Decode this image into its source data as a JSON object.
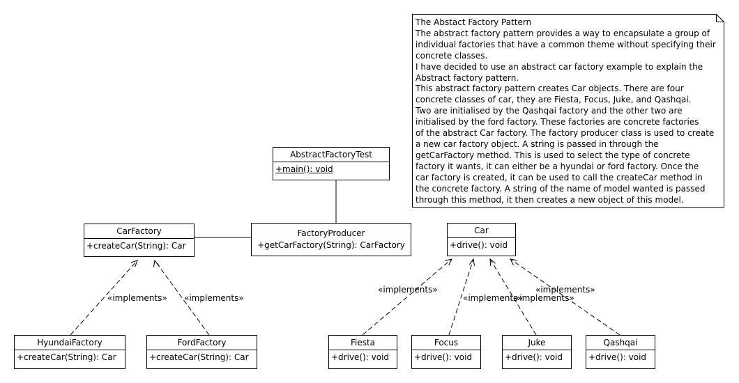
{
  "note": {
    "lines": [
      "The Abstact Factory Pattern",
      "The abstract factory pattern provides a way to encapsulate a group of",
      "individual factories that have a common theme without specifying their",
      "concrete classes.",
      "I have decided to use an abstract car factory example to explain the",
      "Abstract factory pattern.",
      "This abstract factory pattern creates Car objects. There are four",
      "concrete classes of car, they are Fiesta, Focus, Juke, and Qashqai.",
      "Two are initialised by the Qashqai factory and the other two are",
      "initialised by the ford factory. These factories are concrete factories",
      "of the abstract Car factory. The factory producer class is used to create",
      "a new car factory object. A string is passed in through the",
      "getCarFactory method. This is used to select the type of concrete",
      "factory it wants, it can either be a hyundai or ford factory. Once the",
      "car factory is created, it can be used to call the createCar method in",
      "the concrete factory. A string of the name of model wanted is passed",
      "through this method, it then creates a new object of this model."
    ]
  },
  "classes": {
    "abstract_factory_test": {
      "name": "AbstractFactoryTest",
      "method": "+main(): void"
    },
    "factory_producer": {
      "name": "FactoryProducer",
      "method": "+getCarFactory(String): CarFactory"
    },
    "car_factory": {
      "name": "CarFactory",
      "method": "+createCar(String): Car"
    },
    "car": {
      "name": "Car",
      "method": "+drive(): void"
    },
    "hyundai_factory": {
      "name": "HyundaiFactory",
      "method": "+createCar(String): Car"
    },
    "ford_factory": {
      "name": "FordFactory",
      "method": "+createCar(String): Car"
    },
    "fiesta": {
      "name": "Fiesta",
      "method": "+drive(): void"
    },
    "focus": {
      "name": "Focus",
      "method": "+drive(): void"
    },
    "juke": {
      "name": "Juke",
      "method": "+drive(): void"
    },
    "qashqai": {
      "name": "Qashqai",
      "method": "+drive(): void"
    }
  },
  "stereotype": "«implements»"
}
